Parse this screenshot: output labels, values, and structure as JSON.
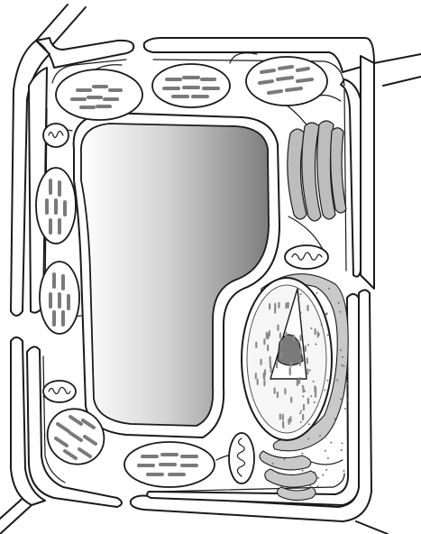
{
  "diagram": {
    "subject": "plant cell",
    "structures": [
      "cell-wall",
      "cell-membrane",
      "central-vacuole",
      "chloroplast",
      "mitochondrion",
      "golgi-apparatus",
      "nucleus",
      "nucleolus",
      "rough-endoplasmic-reticulum",
      "cytoplasm"
    ],
    "colors": {
      "outline": "#1a1a1a",
      "grana": "#7a7a7a",
      "vacuole_dark": "#7d7d7d",
      "vacuole_light": "#ffffff",
      "organelle_fill": "#bdbdbd"
    }
  }
}
